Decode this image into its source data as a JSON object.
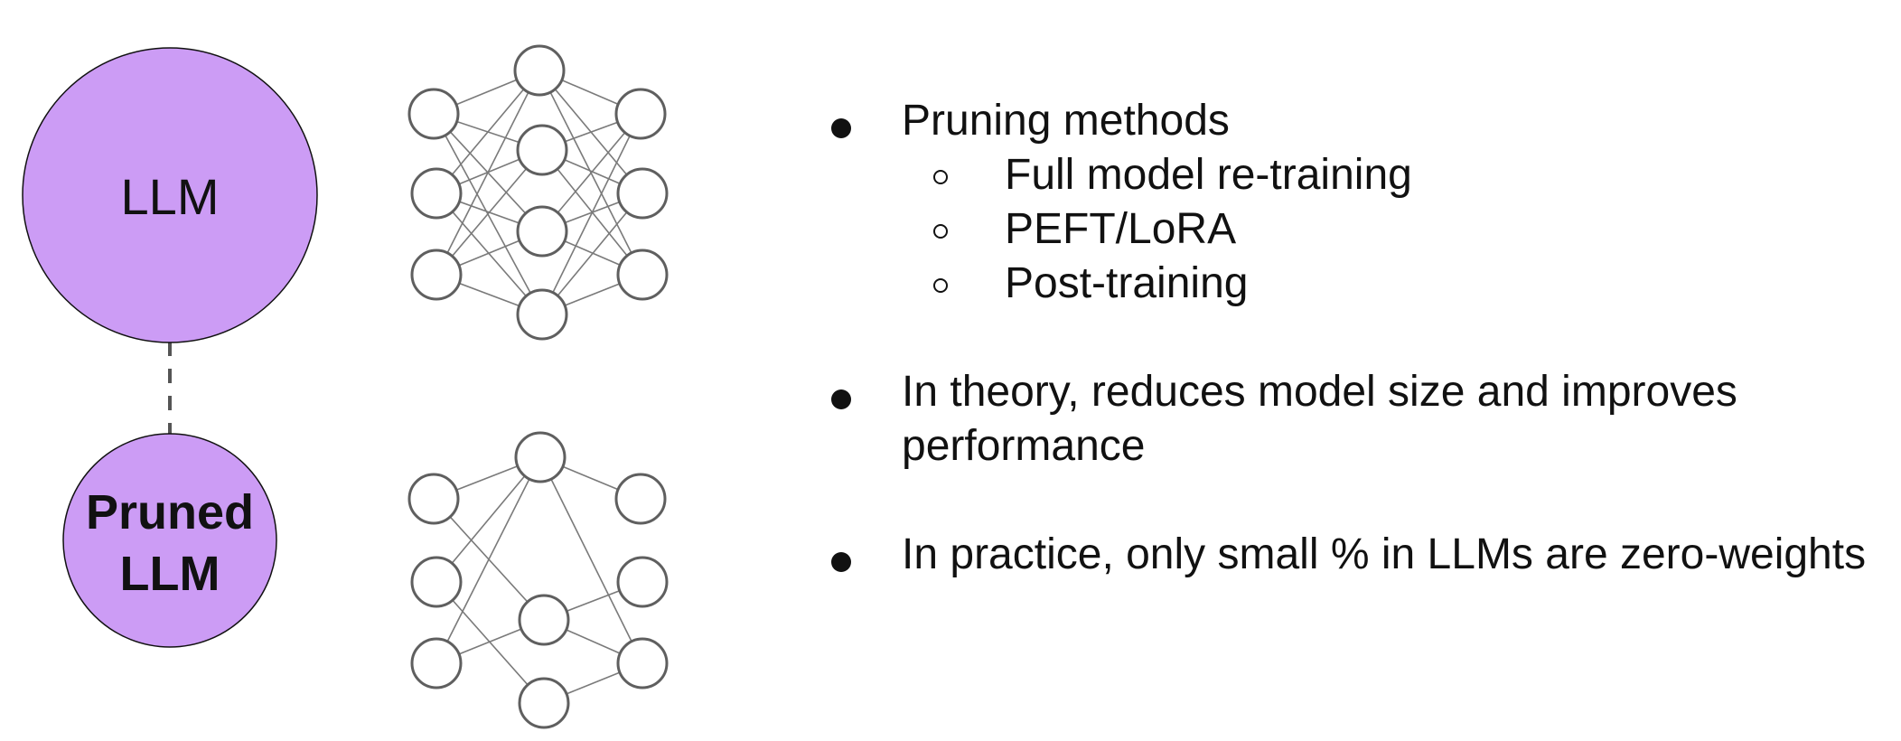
{
  "diagram": {
    "llm_label": "LLM",
    "pruned_label_line1": "Pruned",
    "pruned_label_line2": "LLM",
    "colors": {
      "circle_fill": "#cc9cf5",
      "node_stroke": "#5f5f5f",
      "edge": "#7a7a7a",
      "dash": "#555555"
    }
  },
  "bullets": [
    {
      "text": "Pruning methods",
      "subs": [
        "Full model re-training",
        "PEFT/LoRA",
        "Post-training"
      ]
    },
    {
      "text_line1": "In theory, reduces model size and improves",
      "text_line2": "performance"
    },
    {
      "text": "In practice, only small % in LLMs are zero-weights"
    }
  ]
}
